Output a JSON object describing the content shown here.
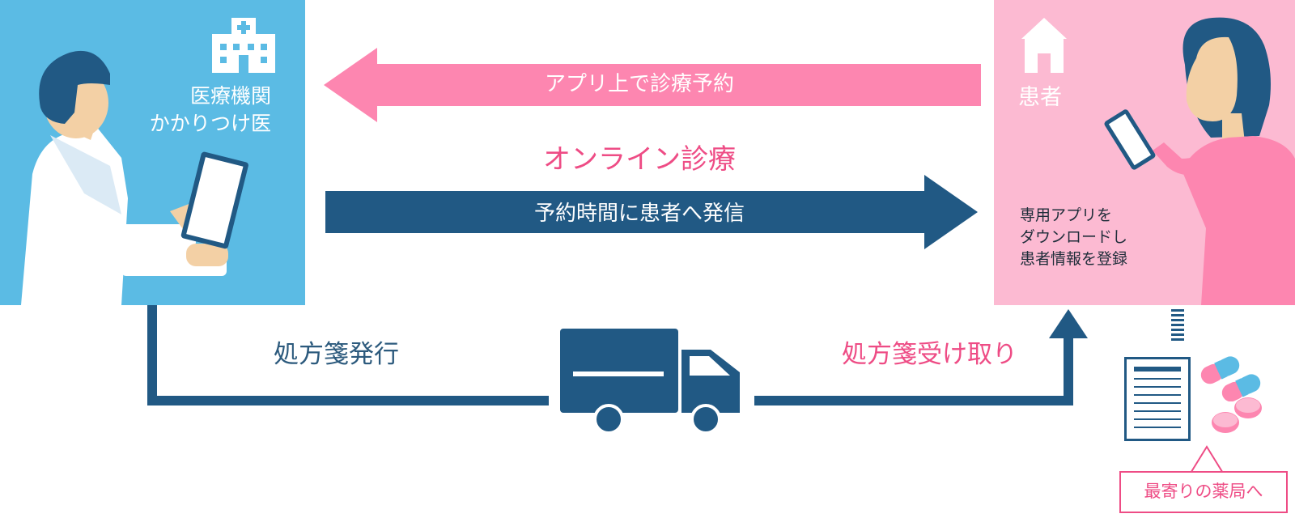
{
  "hospital": {
    "line1": "医療機関",
    "line2": "かかりつけ医"
  },
  "patient": {
    "title": "患者",
    "note_line1": "専用アプリを",
    "note_line2": "ダウンロードし",
    "note_line3": "患者情報を登録"
  },
  "arrows": {
    "reserve": "アプリ上で診療予約",
    "notify": "予約時間に患者へ発信"
  },
  "online_title": "オンライン診療",
  "prescription": {
    "issue": "処方箋発行",
    "receive": "処方箋受け取り"
  },
  "pharmacy_callout": "最寄りの薬局へ",
  "icons": [
    "hospital-icon",
    "house-icon",
    "truck-icon",
    "document-icon",
    "capsule-icon",
    "pill-icon"
  ],
  "colors": {
    "blue": "#5bbbe4",
    "pink": "#fcbad2",
    "navy": "#245e88",
    "magenta": "#ee4c85",
    "arrow_pink": "#fd86b0"
  }
}
